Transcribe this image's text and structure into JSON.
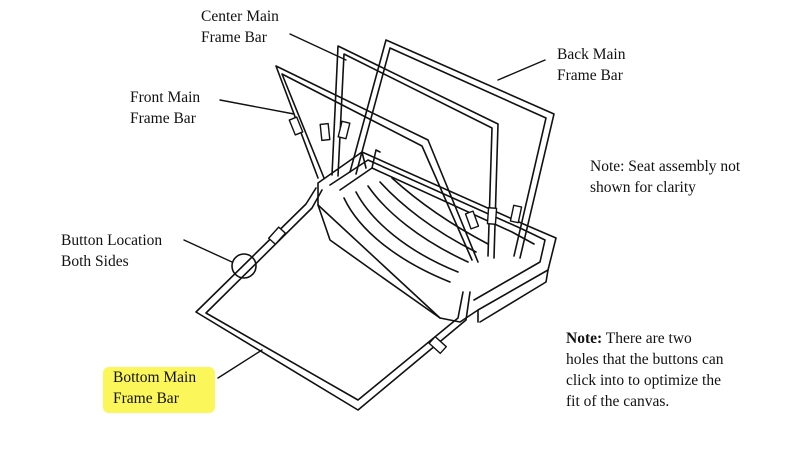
{
  "labels": {
    "center_main_frame_bar": [
      "Center Main",
      "Frame Bar"
    ],
    "back_main_frame_bar": [
      "Back Main",
      "Frame Bar"
    ],
    "front_main_frame_bar": [
      "Front Main",
      "Frame Bar"
    ],
    "button_location": [
      "Button Location",
      "Both Sides"
    ],
    "bottom_main_frame_bar": [
      "Bottom Main",
      "Frame Bar"
    ]
  },
  "note_seat": [
    "Note: Seat assembly not",
    "shown for clarity"
  ],
  "note_buttons": {
    "prefix": "Note:",
    "line1_rest": " There are two",
    "line2": "holes that the buttons can",
    "line3": "click into to optimize the",
    "line4": "fit of the canvas."
  },
  "colors": {
    "highlight": "#fbf75a",
    "ink": "#111111"
  }
}
